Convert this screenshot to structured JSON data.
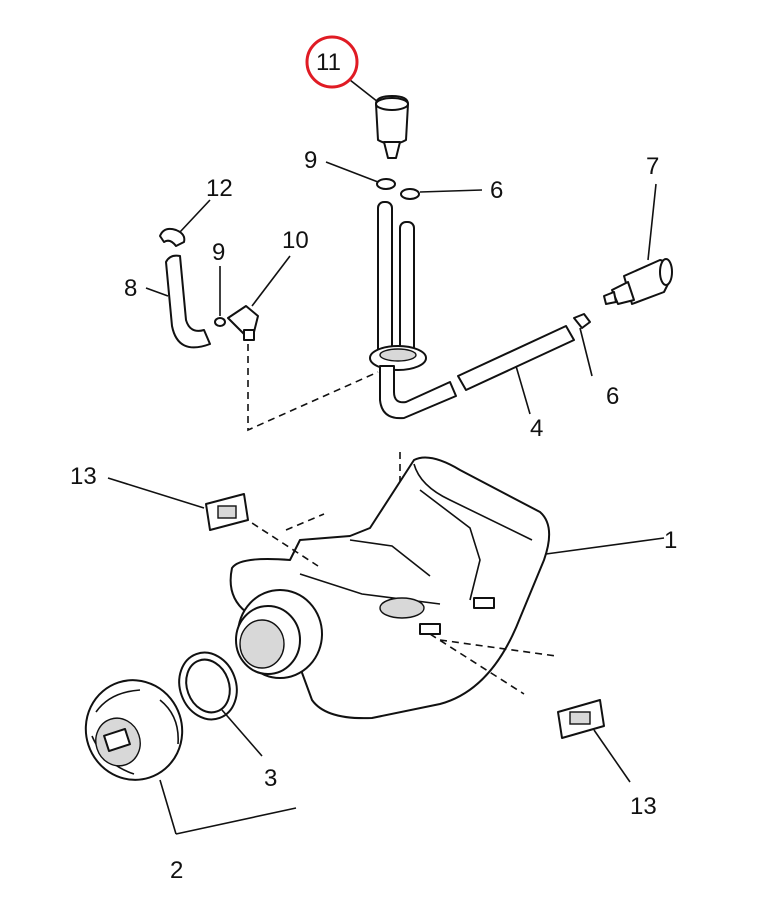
{
  "diagram": {
    "labels": {
      "p1": "1",
      "p2": "2",
      "p3": "3",
      "p4": "4",
      "p6a": "6",
      "p6b": "6",
      "p7": "7",
      "p8": "8",
      "p9a": "9",
      "p9b": "9",
      "p10": "10",
      "p11": "11",
      "p12": "12",
      "p13a": "13",
      "p13b": "13"
    },
    "highlight": {
      "label": "11",
      "color": "#e01b24"
    },
    "colors": {
      "ink": "#111111",
      "background": "#ffffff"
    }
  }
}
